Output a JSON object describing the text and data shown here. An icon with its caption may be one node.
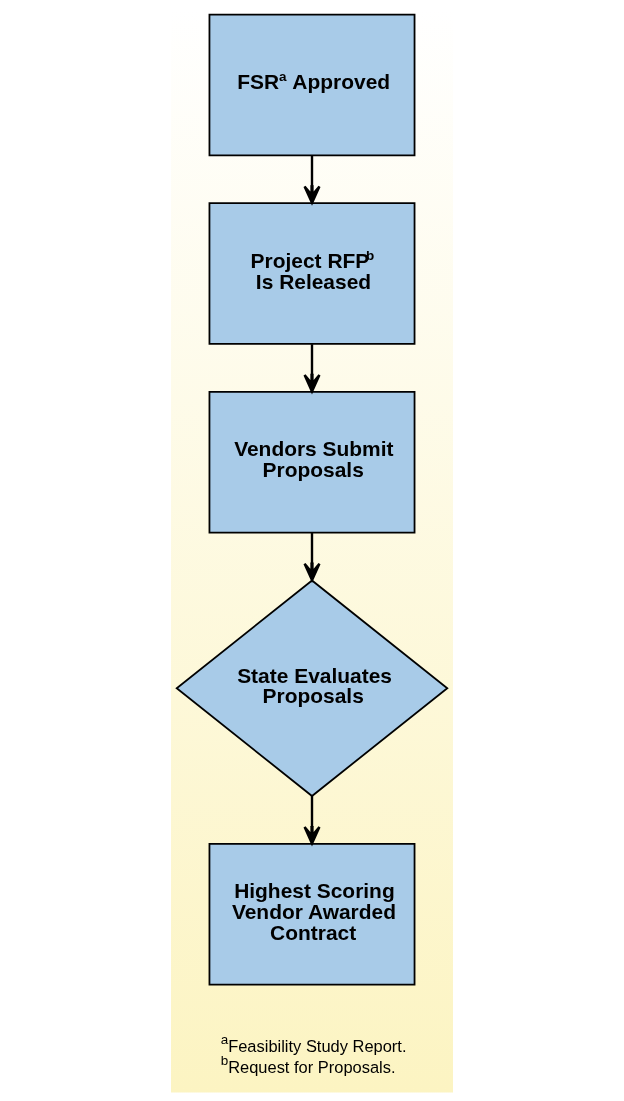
{
  "diagram": {
    "nodes": [
      {
        "text": [
          "FSR$^{a}$ Approved"
        ]
      },
      {
        "text": [
          "Project RFP$^{b}$ Is Released"
        ]
      },
      {
        "text": [
          "Vendors Submit Proposals"
        ]
      },
      {
        "text": [
          "State Evaluates Proposals"
        ]
      },
      {
        "text": [
          "Highest Scoring Vendor Awarded Contract"
        ]
      }
    ],
    "edges": [
      {
        "from": 0,
        "to": 1,
        "arrow": "to"
      },
      {
        "from": 1,
        "to": 2,
        "arrow": "to"
      },
      {
        "from": 2,
        "to": 3,
        "arrow": "to"
      },
      {
        "from": 3,
        "to": 4,
        "arrow": "to"
      }
    ],
    "labels": [
      "$^{a}$Feasibility Study Report.",
      "$^{b}$Request for Proposals."
    ]
  }
}
